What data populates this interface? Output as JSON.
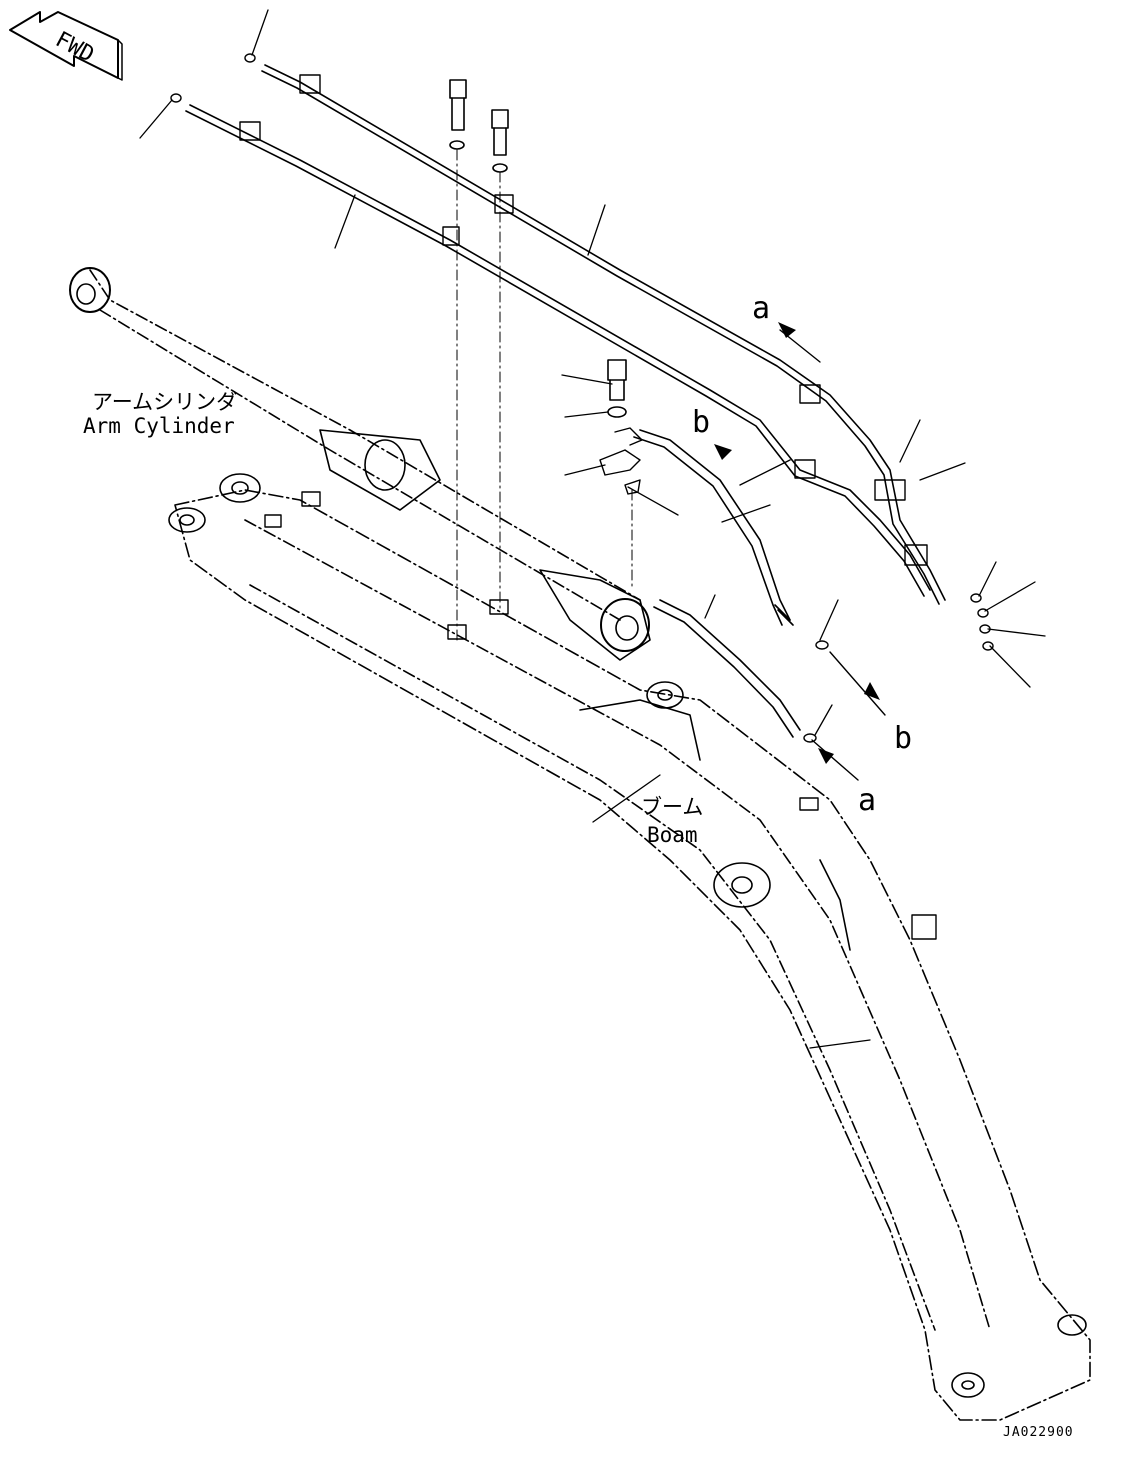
{
  "fwd": {
    "text": "FWD"
  },
  "labels": {
    "arm_cylinder_ja": "アームシリンダ",
    "arm_cylinder_en": "Arm Cylinder",
    "boom_ja": "ブーム",
    "boom_en": "Boam"
  },
  "callouts": {
    "a_top": "a",
    "b_top": "b",
    "b_bottom": "b",
    "a_bottom": "a"
  },
  "drawing_code": "JA022900"
}
